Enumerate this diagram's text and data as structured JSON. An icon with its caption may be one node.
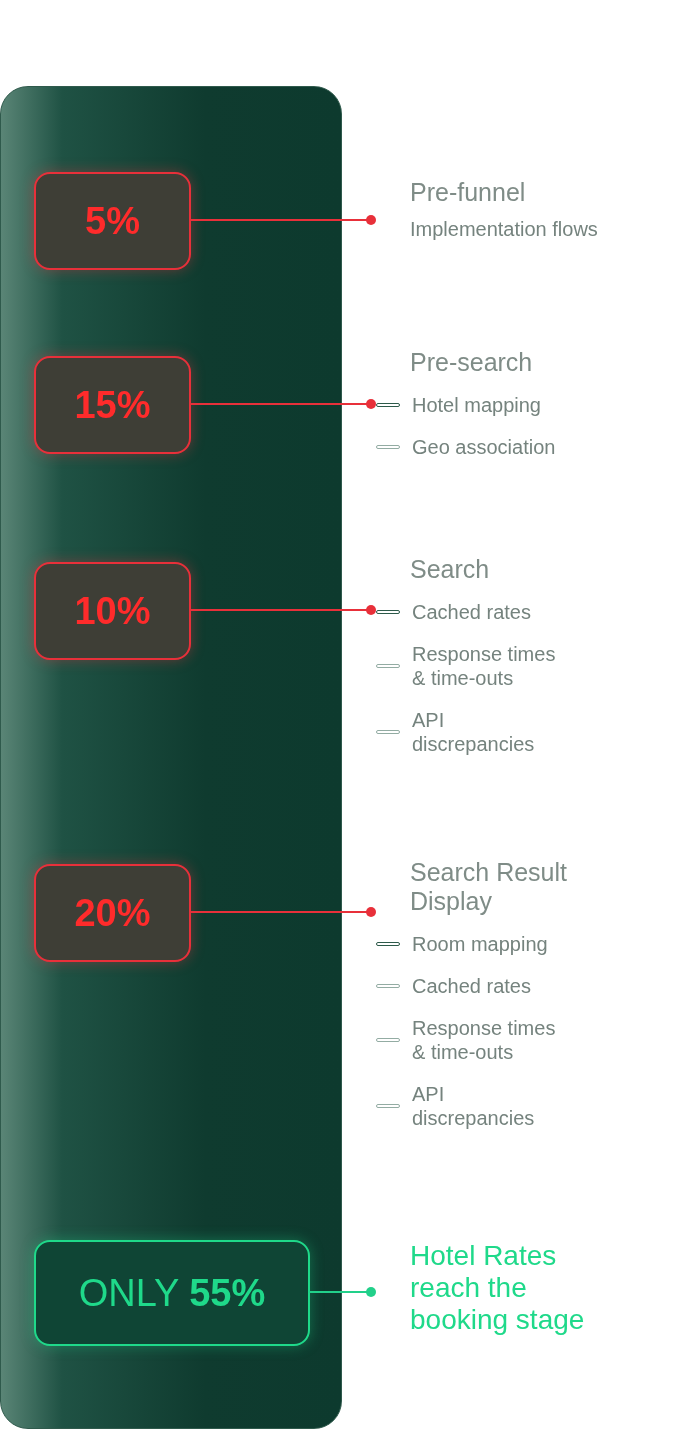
{
  "diagram": {
    "nodes": [
      {
        "text": [],
        "shape": "box"
      },
      {
        "text": [
          "5%"
        ],
        "in": 0
      },
      {
        "text": [
          "15%"
        ],
        "in": 0
      },
      {
        "text": [
          "10%"
        ],
        "in": 0
      },
      {
        "text": [
          "20%"
        ],
        "in": 0
      },
      {
        "text": [
          "ONLY **55%**"
        ],
        "in": 0
      },
      {
        "text": [
          "Pre-funnel",
          "Implementation flows"
        ]
      },
      {
        "text": [
          "Pre-search",
          "Hotel mapping",
          "Geo association"
        ]
      },
      {
        "text": [
          "Search",
          "Cached rates",
          "Response times & time-outs",
          "API discrepancies"
        ]
      },
      {
        "text": [
          "Search Result Display",
          "Room mapping",
          "Cached rates",
          "Response times & time-outs",
          "API discrepancies"
        ]
      },
      {
        "text": [
          "Hotel Rates reach the booking stage"
        ]
      }
    ],
    "edges": [
      {
        "from": 1,
        "to": 6,
        "arrow": "other"
      },
      {
        "from": 2,
        "to": 7,
        "arrow": "other"
      },
      {
        "from": 3,
        "to": 8,
        "arrow": "other"
      },
      {
        "from": 4,
        "to": 9,
        "arrow": "other"
      },
      {
        "from": 5,
        "to": 10,
        "arrow": "other",
        "color": "#22d08a"
      }
    ]
  }
}
